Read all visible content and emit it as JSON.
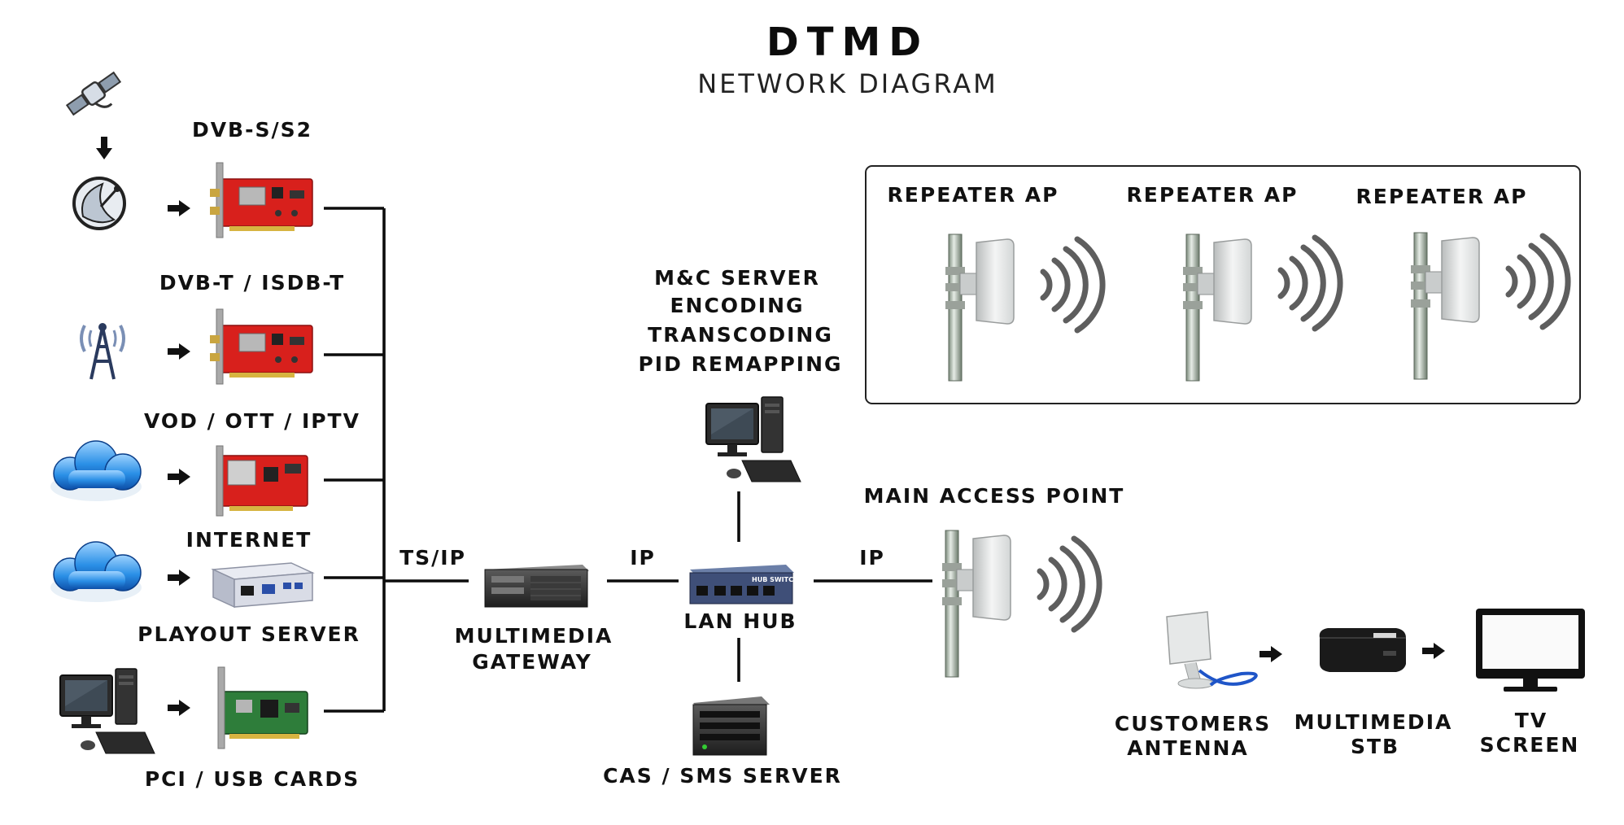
{
  "title": "DTMD",
  "subtitle": "NETWORK DIAGRAM",
  "sources": {
    "satellite": "DVB-S/S2",
    "terrestrial": "DVB-T / ISDB-T",
    "vod": "VOD / OTT / IPTV",
    "internet": "INTERNET",
    "playout": "PLAYOUT SERVER",
    "pci": "PCI / USB CARDS"
  },
  "links": {
    "ts_ip": "TS/IP",
    "ip_gateway_hub": "IP",
    "ip_hub_ap": "IP"
  },
  "gateway": {
    "line1": "MULTIMEDIA",
    "line2": "GATEWAY"
  },
  "hub": {
    "label": "LAN HUB",
    "device_text": "HUB SWITCH"
  },
  "mc_server": {
    "line1": "M&C SERVER",
    "line2": "ENCODING",
    "line3": "TRANSCODING",
    "line4": "PID REMAPPING"
  },
  "cas_server": "CAS / SMS SERVER",
  "main_ap": "MAIN ACCESS POINT",
  "repeaters": [
    "REPEATER AP",
    "REPEATER AP",
    "REPEATER AP"
  ],
  "customer": {
    "antenna": {
      "line1": "CUSTOMERS",
      "line2": "ANTENNA"
    },
    "stb": {
      "line1": "MULTIMEDIA",
      "line2": "STB"
    },
    "tv": {
      "line1": "TV",
      "line2": "SCREEN"
    }
  },
  "icons": [
    "satellite-icon",
    "satellite-dish-icon",
    "broadcast-tower-icon",
    "cloud-icon",
    "tuner-card-icon",
    "media-converter-icon",
    "desktop-pc-icon",
    "rack-server-icon",
    "network-switch-icon",
    "access-point-icon",
    "wifi-signal-icon",
    "indoor-antenna-icon",
    "set-top-box-icon",
    "tv-screen-icon",
    "arrow-right-icon",
    "arrow-down-icon"
  ],
  "colors": {
    "card_red": "#d8201c",
    "cloud_blue": "#2a8fe6",
    "wire": "#0c0c0c"
  }
}
